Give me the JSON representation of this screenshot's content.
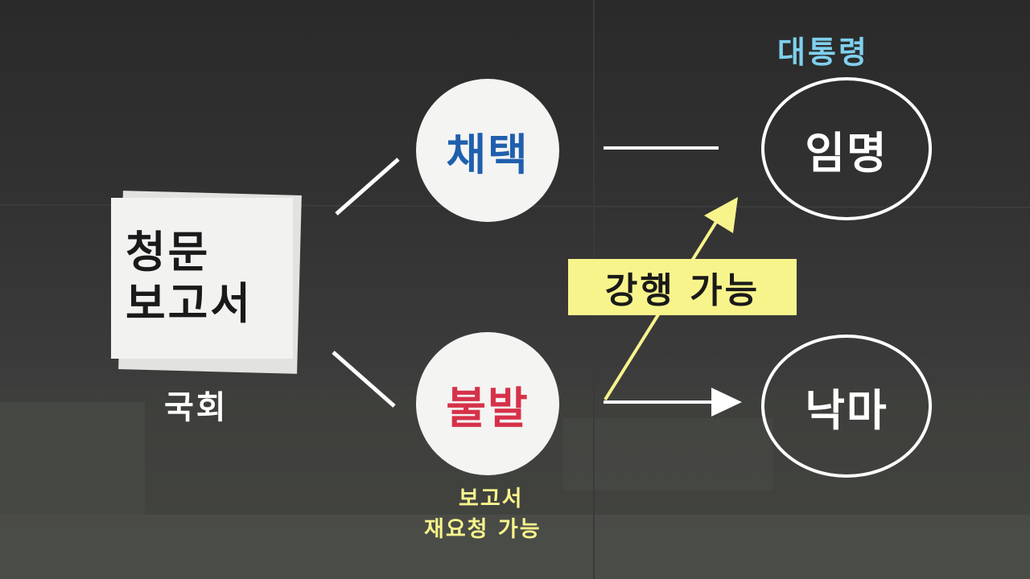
{
  "diagram": {
    "source": {
      "line1": "청문",
      "line2": "보고서",
      "caption": "국회"
    },
    "adopt": {
      "label": "채택",
      "color": "#1f5fae"
    },
    "reject": {
      "label": "불발",
      "color": "#d6324a",
      "note_line1": "보고서",
      "note_line2": "재요청 가능"
    },
    "president_label": "대통령",
    "appoint": {
      "label": "임명"
    },
    "withdraw": {
      "label": "낙마"
    },
    "force": {
      "label": "강행 가능",
      "color": "#f8f48c"
    }
  }
}
